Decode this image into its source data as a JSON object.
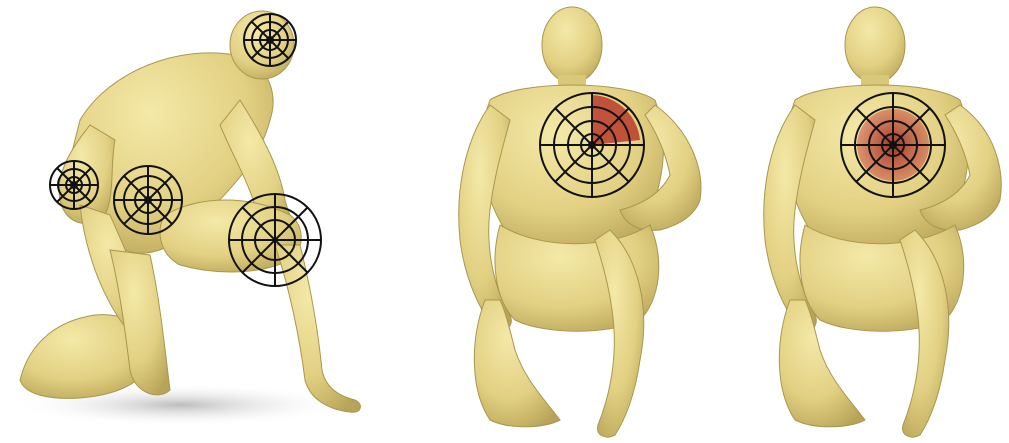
{
  "figure": {
    "panels": [
      {
        "id": "left",
        "pose": "kneeling-side-view",
        "overlays": [
          "head-polar-grid",
          "elbow-polar-grid",
          "abdomen-polar-grid",
          "knee-polar-grid"
        ]
      },
      {
        "id": "middle",
        "pose": "kneeling-front-view",
        "overlays": [
          "chest-polar-grid"
        ],
        "highlight": "partial-red-sector"
      },
      {
        "id": "right",
        "pose": "kneeling-front-view",
        "overlays": [
          "chest-polar-grid"
        ],
        "highlight": "center-red-region"
      }
    ],
    "colors": {
      "skin": "#e6d68a",
      "skin_shade": "#c9b56a",
      "skin_dark": "#a8974f",
      "grid": "#111111",
      "highlight": "#b3261e",
      "shadow": "#d8d8d8"
    }
  }
}
